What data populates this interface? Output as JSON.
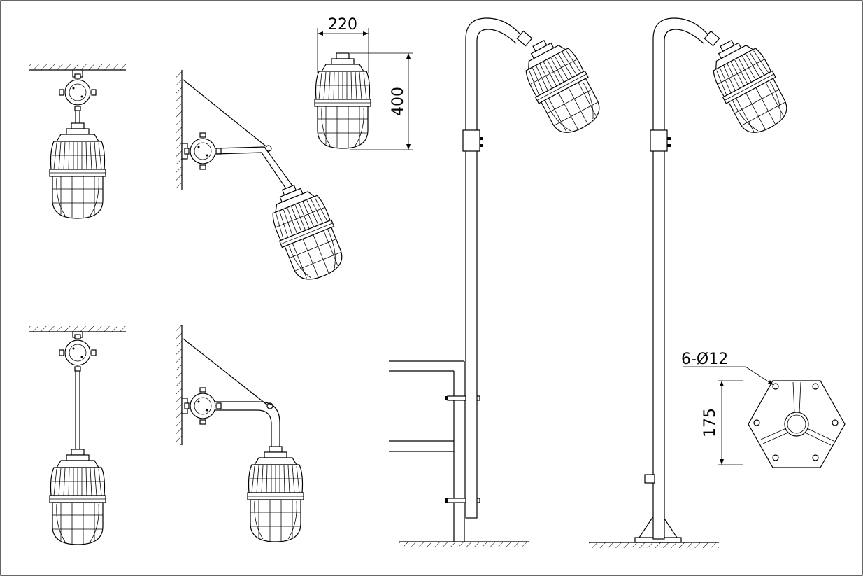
{
  "drawing": {
    "dimensions": {
      "width_label": "220",
      "height_label": "400",
      "base_radius_label": "175",
      "holes_label": "6-Ø12"
    },
    "colors": {
      "line": "#000000",
      "background": "#ffffff"
    }
  }
}
